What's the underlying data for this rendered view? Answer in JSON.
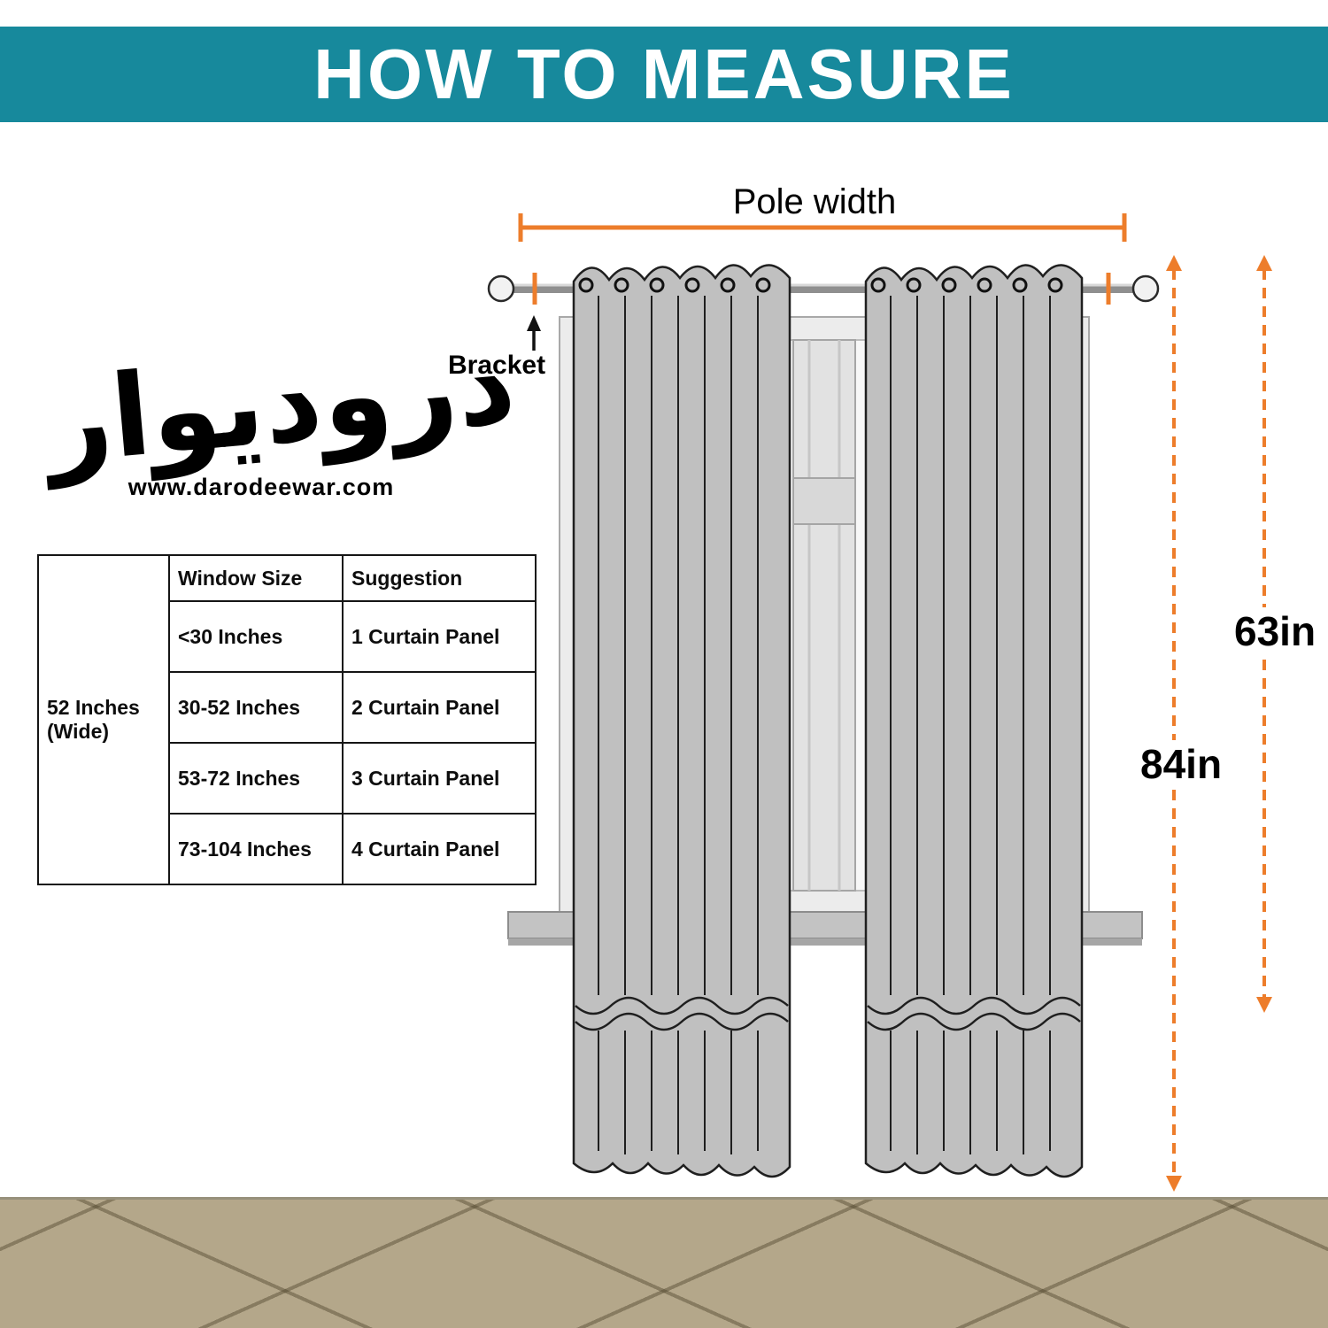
{
  "header": {
    "title": "HOW TO MEASURE",
    "background_color": "#17899C"
  },
  "brand": {
    "logo_text": "دروديوار",
    "website": "www.darodeewar.com"
  },
  "table": {
    "side_label": "52 Inches\n(Wide)",
    "headers": [
      "Window Size",
      "Suggestion"
    ],
    "rows": [
      {
        "window": "<30 Inches",
        "suggestion": "1 Curtain Panel"
      },
      {
        "window": "30-52 Inches",
        "suggestion": "2 Curtain Panel"
      },
      {
        "window": "53-72 Inches",
        "suggestion": "3 Curtain Panel"
      },
      {
        "window": "73-104 Inches",
        "suggestion": "4 Curtain Panel"
      }
    ]
  },
  "diagram": {
    "pole_width_label": "Pole width",
    "bracket_label": "Bracket",
    "length_63_label": "63in",
    "length_84_label": "84in",
    "accent_color": "#ED7D2B",
    "curtain_color": "#c0c0c0"
  }
}
